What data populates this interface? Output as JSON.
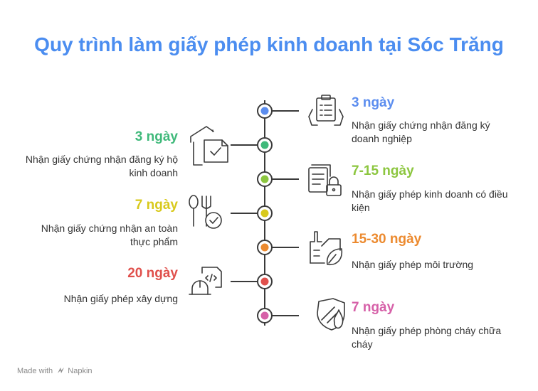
{
  "title": "Quy trình làm giấy phép kinh doanh tại Sóc Trăng",
  "steps": [
    {
      "side": "right",
      "duration": "3 ngày",
      "description": "Nhận giấy chứng nhận đăng ký doanh nghiệp",
      "icon": "business-registration-icon",
      "color": "#5b8def"
    },
    {
      "side": "left",
      "duration": "3 ngày",
      "description": "Nhận giấy chứng nhận đăng ký hộ kinh doanh",
      "icon": "household-business-icon",
      "color": "#3fb97a"
    },
    {
      "side": "right",
      "duration": "7-15 ngày",
      "description": "Nhận giấy phép kinh doanh có điều kiện",
      "icon": "conditional-license-icon",
      "color": "#8cc63f"
    },
    {
      "side": "left",
      "duration": "7 ngày",
      "description": "Nhận giấy chứng nhận an toàn thực phẩm",
      "icon": "food-safety-icon",
      "color": "#d8c91c"
    },
    {
      "side": "right",
      "duration": "15-30 ngày",
      "description": "Nhận giấy phép môi trường",
      "icon": "environment-permit-icon",
      "color": "#ec8a2f"
    },
    {
      "side": "left",
      "duration": "20 ngày",
      "description": "Nhận giấy phép xây dựng",
      "icon": "construction-permit-icon",
      "color": "#e0504c"
    },
    {
      "side": "right",
      "duration": "7 ngày",
      "description": "Nhận giấy phép phòng cháy chữa cháy",
      "icon": "fire-prevention-icon",
      "color": "#d660a8"
    }
  ],
  "footer": {
    "made_with": "Made with",
    "brand": "Napkin"
  }
}
